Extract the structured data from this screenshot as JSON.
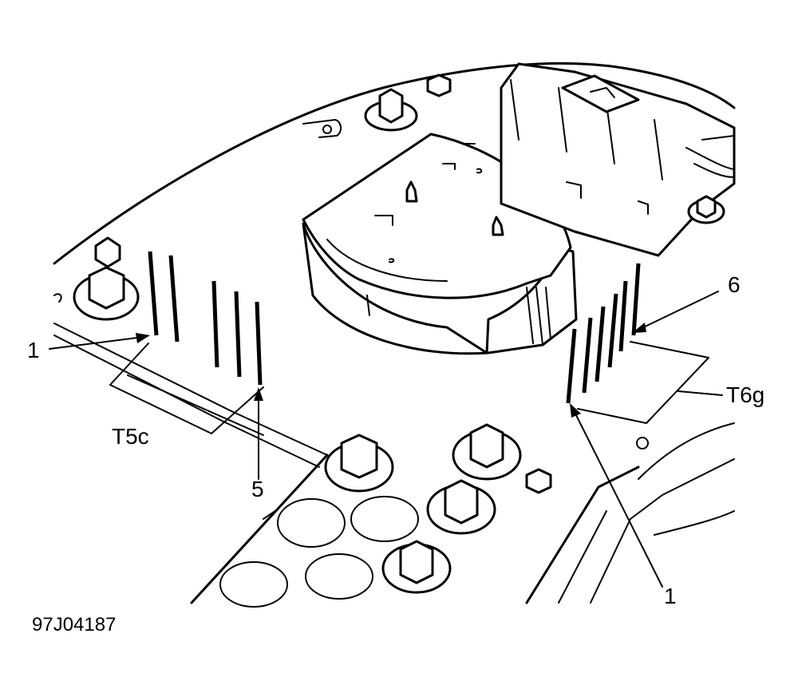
{
  "callouts": {
    "pin1_left": "1",
    "pin1_right": "1",
    "pin5": "5",
    "pin6": "6",
    "t5c": "T5c",
    "t6g": "T6g"
  },
  "figure_ref": "97J04187",
  "colors": {
    "ink": "#000000",
    "paper": "#ffffff"
  }
}
